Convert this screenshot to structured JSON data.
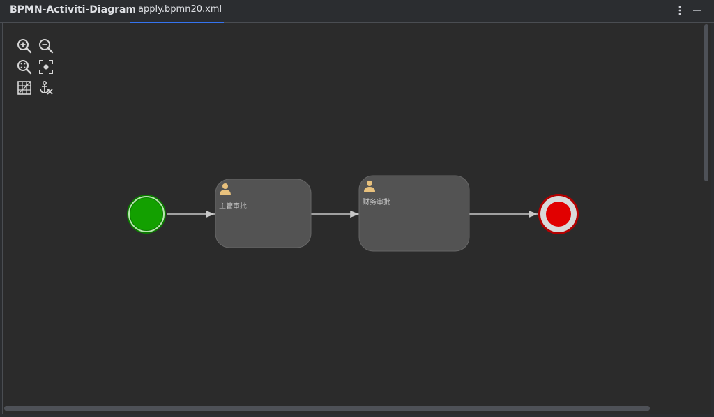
{
  "toolwindow": {
    "title": "BPMN-Activiti-Diagram",
    "tabs": [
      {
        "label": "apply.bpmn20.xml",
        "selected": true
      }
    ],
    "actions": [
      "more-vertical-icon",
      "minimize-icon"
    ]
  },
  "toolbar": {
    "icons": [
      "zoom-in-icon",
      "zoom-out-icon",
      "zoom-reset-icon",
      "fit-view-icon",
      "grid-icon",
      "anchor-icon"
    ]
  },
  "diagram": {
    "start_event": {
      "color": "#13a000",
      "icon": "start-event"
    },
    "tasks": [
      {
        "label": "主管审批",
        "icon": "user-icon"
      },
      {
        "label": "财务审批",
        "icon": "user-icon"
      }
    ],
    "end_event": {
      "color": "#e10000",
      "icon": "end-event"
    },
    "colors": {
      "task_fill": "#535353",
      "user_icon": "#e8c17d",
      "flow": "#c8c8c8"
    }
  }
}
